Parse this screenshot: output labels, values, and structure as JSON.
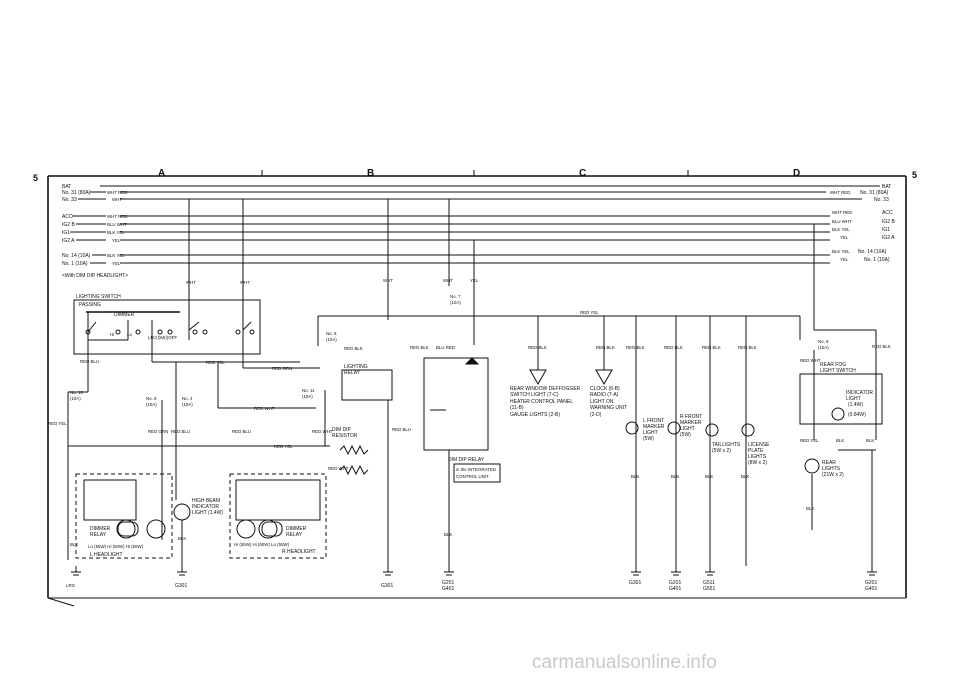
{
  "page": {
    "side_number_left": "5",
    "side_number_right": "5",
    "column_headers": [
      "A",
      "B",
      "C",
      "D"
    ],
    "watermark": "carmanualsonline.info",
    "footer_mark": "LRG"
  },
  "buses_left": {
    "bat": "BAT",
    "no31": "No. 31 (80A)",
    "no33": "No. 33",
    "acc": "ACC",
    "ig2b": "IG2 B",
    "ig1": "IG1",
    "ig2a": "IG2 A",
    "no14": "No. 14 (10A)",
    "no1": "No. 1 (10A)"
  },
  "buses_right": {
    "bat": "BAT",
    "no31": "No. 31 (80A)",
    "no33": "No. 33",
    "acc": "ACC",
    "ig2b": "IG2 B",
    "ig1": "IG1",
    "ig2a": "IG2 A",
    "no14": "No. 14 (10A)",
    "no1": "No. 1 (10A)"
  },
  "wires": {
    "wht_red": "WHT RED",
    "wht": "WHT",
    "blu_wht": "BLU WHT",
    "blk_yel": "BLK YEL",
    "yel": "YEL",
    "red_yel": "RED YEL",
    "red_blu": "RED BLU",
    "red_grn": "RED GRN",
    "red_wht": "RED WHT",
    "red_blk": "RED BLK",
    "blu_red": "BLU RED",
    "blk": "BLK"
  },
  "labels": {
    "with_dim_dip": "<With DIM DIP HEADLIGHT>",
    "lighting_switch": "LIGHTING SWITCH",
    "passing": "PASSING",
    "dimmer": "DIMMER",
    "hi": "Hi",
    "lo": "Lo",
    "switch_positions": "(J)C(I)M(I)OFF",
    "fuse_10": "No. 10",
    "fuse_10_rating": "(10A)",
    "fuse_5": "No. 5",
    "fuse_5_rating": "(10A)",
    "fuse_4": "No. 4",
    "fuse_4_rating": "(10A)",
    "fuse_8": "No. 8",
    "fuse_8_rating": "(10A)",
    "fuse_11": "No. 11",
    "fuse_11_rating": "(10A)",
    "fuse_7": "No. 7",
    "fuse_7_rating": "(10A)",
    "fuse_9": "No. 9",
    "fuse_9_rating": "(10A)",
    "lighting_relay_1": "LIGHTING",
    "lighting_relay_2": "RELAY",
    "dim_dip_resistor_1": "DIM DIP",
    "dim_dip_resistor_2": "RESISTOR",
    "dim_dip_relay": "DIM DIP RELAY",
    "integrated_1": "in the INTEGRATED",
    "integrated_2": "CONTROL UNIT",
    "hb_indicator_1": "HIGH BEAM",
    "hb_indicator_2": "INDICATOR",
    "hb_indicator_3": "LIGHT (1.4W)",
    "dimmer_relay_1": "DIMMER",
    "dimmer_relay_2": "RELAY",
    "l_headlight": "L HEADLIGHT",
    "r_headlight": "R HEADLIGHT",
    "l_bulbs": "Lo (55W)  Hi (60W)  Hi (55W)",
    "r_bulbs": "Hi (55W)  Hi (60W)  Lo (55W)",
    "l_front_marker_1": "L FRONT",
    "l_front_marker_2": "MARKER",
    "l_front_marker_3": "LIGHT",
    "l_front_marker_4": "(5W)",
    "r_front_marker_1": "R FRONT",
    "r_front_marker_2": "MARKER",
    "r_front_marker_3": "LIGHT",
    "r_front_marker_4": "(5W)",
    "taillights_1": "TAILLIGHTS",
    "taillights_2": "(5W x 2)",
    "license_1": "LICENSE",
    "license_2": "PLATE",
    "license_3": "LIGHTS",
    "license_4": "(8W x 2)",
    "rear_fog_switch_1": "REAR FOG",
    "rear_fog_switch_2": "LIGHT SWITCH",
    "indicator_1": "INDICATOR",
    "indicator_2": "LIGHT",
    "indicator_3": "(1.4W)",
    "indicator_4": "(0.84W)",
    "rear_fog_lights_1": "REAR",
    "rear_fog_lights_2": "LIGHTS",
    "rear_fog_lights_3": "(21W x 2)"
  },
  "notes_left": [
    "REAR WINDOW DEFFOGGER",
    "SWITCH LIGHT (7-C)",
    "HEATER CONTROL PANEL",
    "(11-B)",
    "GAUGE LIGHTS (2-B)"
  ],
  "notes_right": [
    "CLOCK (6-B)",
    "RADIO (7-A)",
    "LIGHT ON",
    "WARNING UNIT",
    "(2-D)"
  ],
  "grounds": {
    "g301_a": "G301",
    "g301_b": "G301",
    "g201_c": "G201",
    "g401_c": "G401",
    "g301_c": "G301",
    "g201_d": "G201",
    "g401_d": "G401",
    "g511": "G511",
    "g551": "G551",
    "g201_e": "G201",
    "g401_e": "G401"
  }
}
